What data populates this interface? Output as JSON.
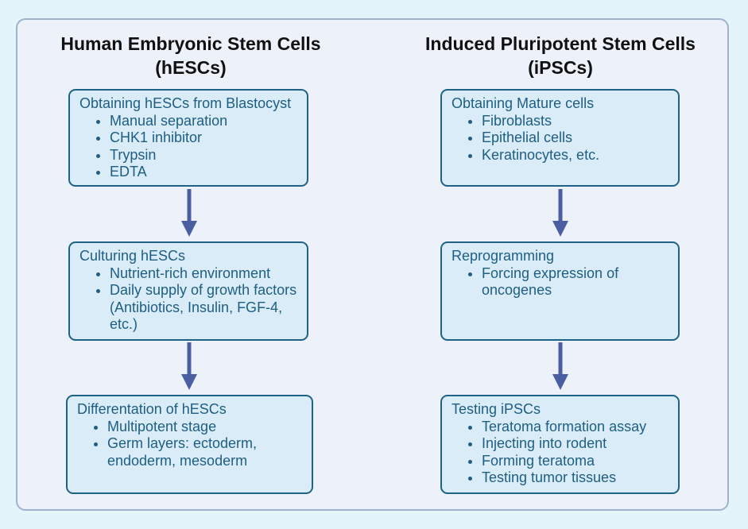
{
  "colors": {
    "page_background": "#e4f4fb",
    "panel_background": "#edf2fa",
    "box_fill": "#d9ecf7",
    "box_border": "#1e6385",
    "box_text": "#1e5e83",
    "arrow": "#4a5ea2"
  },
  "left": {
    "title_line1": "Human Embryonic Stem Cells",
    "title_line2": "(hESCs)",
    "steps": [
      {
        "title": "Obtaining hESCs from Blastocyst",
        "items": [
          "Manual separation",
          "CHK1 inhibitor",
          "Trypsin",
          "EDTA"
        ]
      },
      {
        "title": "Culturing hESCs",
        "items": [
          "Nutrient-rich environment",
          "Daily supply of growth factors (Antibiotics, Insulin, FGF-4, etc.)"
        ]
      },
      {
        "title": "Differentation of hESCs",
        "items": [
          "Multipotent stage",
          "Germ layers: ectoderm, endoderm, mesoderm"
        ]
      }
    ]
  },
  "right": {
    "title_line1": "Induced Pluripotent Stem Cells",
    "title_line2": "(iPSCs)",
    "steps": [
      {
        "title": "Obtaining Mature cells",
        "items": [
          "Fibroblasts",
          "Epithelial cells",
          "Keratinocytes, etc."
        ]
      },
      {
        "title": "Reprogramming",
        "items": [
          "Forcing expression of oncogenes"
        ]
      },
      {
        "title": "Testing iPSCs",
        "items": [
          "Teratoma formation assay",
          "Injecting into rodent",
          "Forming teratoma",
          "Testing tumor tissues"
        ]
      }
    ]
  }
}
